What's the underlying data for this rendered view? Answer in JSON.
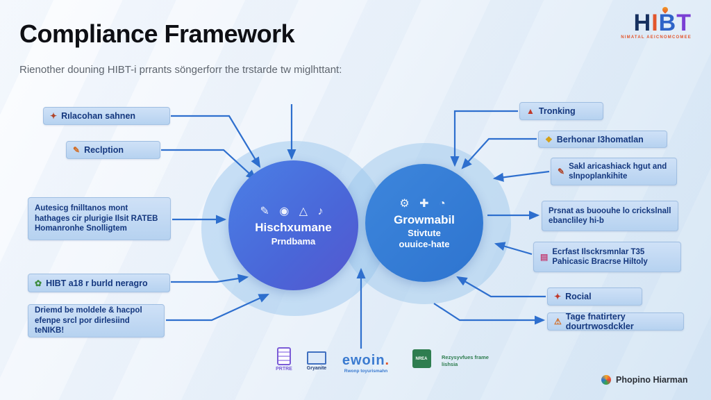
{
  "header": {
    "title": "Compliance Framework",
    "subtitle": "Rienother douning HIBT-i prrants söngerforr the trstarde tw miglhttant:"
  },
  "brand": {
    "letters": [
      "H",
      "I",
      "B",
      "T"
    ],
    "tagline": "NIMATAL AEICNOMCOMEE"
  },
  "circle_left": {
    "icons": "✎ ◉ △ ♪",
    "line1": "Hischxumane",
    "line2": "Prndbama"
  },
  "circle_right": {
    "icons": "⚙ ✚ ◔",
    "line1": "Growmabil",
    "line2": "Stivtute",
    "line3": "ouuice-hate"
  },
  "left_boxes": [
    {
      "icon": "✦",
      "label": "Rılacohan sahnen"
    },
    {
      "icon": "✎",
      "label": "Reclption"
    },
    {
      "icon": "",
      "label": "Autesicg fnilltanos mont hathages cir plurigie Ilsit RATEB Homanronhe Snolligtem"
    },
    {
      "icon": "✿",
      "label": "HIBT a18 r burld neragro"
    },
    {
      "icon": "",
      "label": "Driemd be moldele & hacpol efenpe srcl por dirlesiind teNIKB!"
    }
  ],
  "right_boxes": [
    {
      "icon": "▲",
      "label": "Tronking"
    },
    {
      "icon": "❖",
      "label": "Berhonar I3homatlan"
    },
    {
      "icon": "✎",
      "label": "Sakl aricashiack hgut and slnpoplankihite"
    },
    {
      "icon": "",
      "label": "Prsnat as buoouhe lo crickslnall ebancliley hi-b"
    },
    {
      "icon": "▤",
      "label": "Ecrfast Ilsckrsmnlar T35 Pahicasic Bracrse Hiltoly"
    },
    {
      "icon": "✦",
      "label": "Rocial"
    },
    {
      "icon": "⚠",
      "label": "Tage fnatirtery dourtrwosdckler"
    }
  ],
  "footer": {
    "partners": [
      {
        "label": "PRTRE"
      },
      {
        "label": "Gryanite"
      },
      {
        "label": "ewoin",
        "sub": "Rwonp toyurismahn"
      },
      {
        "label": "NREA"
      },
      {
        "label": "Rezysyvfues frame lishsia"
      }
    ],
    "credit": "Phopino Hiarman"
  }
}
